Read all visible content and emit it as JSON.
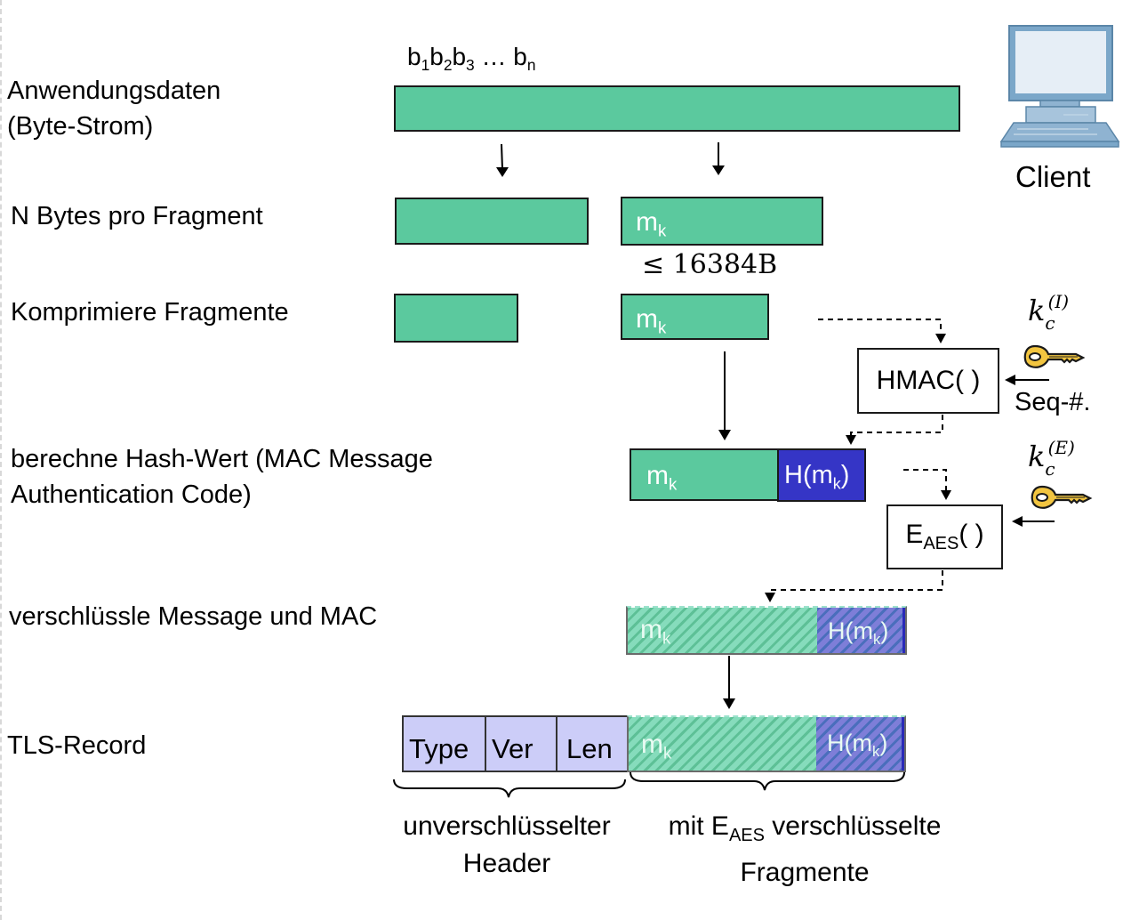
{
  "steps": [
    {
      "id": "app-data",
      "label_line1": "Anwendungsdaten",
      "label_line2": "(Byte-Strom)"
    },
    {
      "id": "fragment",
      "label_line1": "N Bytes pro Fragment"
    },
    {
      "id": "compress",
      "label_line1": "Komprimiere Fragmente"
    },
    {
      "id": "hash",
      "label_line1": "berechne Hash-Wert (MAC Message",
      "label_line2": "Authentication Code)"
    },
    {
      "id": "encrypt",
      "label_line1": "verschlüssle Message und MAC"
    },
    {
      "id": "record",
      "label_line1": "TLS-Record"
    }
  ],
  "byte_stream": {
    "b": "b",
    "subs": [
      "1",
      "2",
      "3"
    ],
    "ellipsis": " … ",
    "last_sub": "n"
  },
  "fragment": {
    "m": "m",
    "k": "k",
    "size_limit": "≤ 16384B"
  },
  "mac": {
    "h_open": "H(m",
    "h_close": ")"
  },
  "functions": {
    "hmac": "HMAC( )",
    "aes_e": "E",
    "aes_sub": "AES",
    "aes_paren": "( )"
  },
  "keys": {
    "integrity": {
      "base": "k",
      "sub": "c",
      "sup": "(I)",
      "icon": "key-icon"
    },
    "encryption": {
      "base": "k",
      "sub": "c",
      "sup": "(E)",
      "icon": "key-icon"
    }
  },
  "seq_label": "Seq-#.",
  "client": {
    "label": "Client",
    "icon": "computer-icon"
  },
  "record_header": {
    "cells": [
      "Type",
      "Ver",
      "Len"
    ]
  },
  "captions": {
    "header_line1": "unverschlüsselter",
    "header_line2": "Header",
    "frag_prefix": "mit E",
    "frag_sub": "AES",
    "frag_suffix": " verschlüsselte",
    "frag_line2": "Fragmente"
  },
  "colors": {
    "data_green": "#5bc99e",
    "mac_blue": "#3535c6",
    "header_lavender": "#cccdf8",
    "key_gold": "#f2c540",
    "computer_blue": "#7ba7c9"
  }
}
